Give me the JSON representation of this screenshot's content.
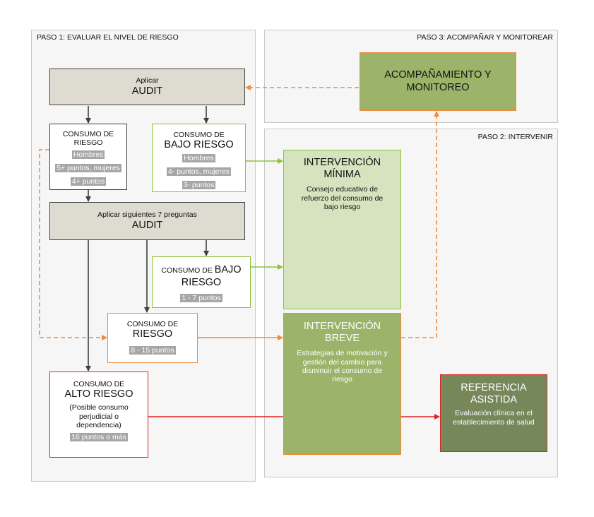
{
  "step1": {
    "title": "PASO 1: EVALUAR EL NIVEL DE RIESGO"
  },
  "step2": {
    "title": "PASO 2: INTERVENIR"
  },
  "step3": {
    "title": "PASO 3: ACOMPAÑAR Y MONITOREAR"
  },
  "audit1": {
    "line1": "Aplicar",
    "line2": "AUDIT"
  },
  "consumo_riesgo_1": {
    "line1": "CONSUMO DE",
    "line2": "RIESGO",
    "hl1": "Hombres",
    "hl2": "5+ puntos, mujeres",
    "hl3": "4+ puntos"
  },
  "bajo_riesgo_1": {
    "line1": "CONSUMO DE",
    "line2": "BAJO RIESGO",
    "hl1": "Hombres",
    "hl2": "4- puntos, mujeres",
    "hl3": "3- puntos"
  },
  "audit2": {
    "line1": "Aplicar siguientes 7 preguntas",
    "line2": "AUDIT"
  },
  "bajo_riesgo_2": {
    "line1a": "CONSUMO DE ",
    "line1b": "BAJO",
    "line2": "RIESGO",
    "hl": "1 - 7 puntos"
  },
  "consumo_riesgo_2": {
    "line1": "CONSUMO DE",
    "line2": "RIESGO",
    "hl": "8 - 15 puntos"
  },
  "alto_riesgo": {
    "line1": "CONSUMO DE",
    "line2": "ALTO RIESGO",
    "line3": "(Posible consumo",
    "line4": "perjudicial o",
    "line5": "dependencia)",
    "hl": "16 puntos o más"
  },
  "minima": {
    "title1": "INTERVENCIÓN",
    "title2": "MÍNIMA",
    "desc1": "Consejo educativo de",
    "desc2": "refuerzo del consumo de",
    "desc3": "bajo riesgo"
  },
  "breve": {
    "title1": "INTERVENCIÓN",
    "title2": "BREVE",
    "desc1": "Estrategias de motivación y",
    "desc2": "gestión del cambio para",
    "desc3": "disminuir el consumo de",
    "desc4": "riesgo"
  },
  "referencia": {
    "title1": "REFERENCIA",
    "title2": "ASISTIDA",
    "desc1": "Evaluación clínica en el",
    "desc2": "establecimiento de salud"
  },
  "acompanamiento": {
    "title1": "ACOMPAÑAMIENTO Y",
    "title2": "MONITOREO"
  },
  "colors": {
    "audit": "#dedbd1",
    "green_light": "#d6e3bf",
    "green_mid": "#9bb46a",
    "green_dark": "#76875a",
    "orange": "#f08a3a",
    "red": "#e02020",
    "dark_arrow": "#404040",
    "lime": "#8fc23a"
  }
}
